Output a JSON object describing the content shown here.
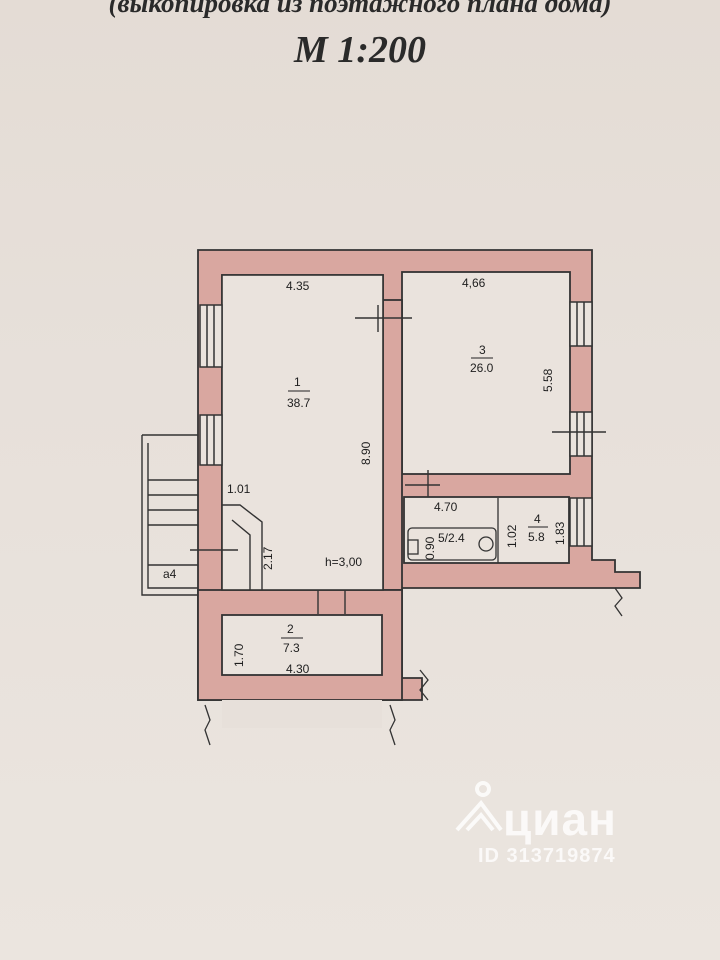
{
  "header": {
    "subtitle": "(выкопировка из поэтажного плана дома)",
    "scale": "М 1:200"
  },
  "plan": {
    "room1": {
      "number": "1",
      "area": "38.7",
      "width": "4.35",
      "length": "8.90"
    },
    "room2": {
      "number": "2",
      "area": "7.3",
      "width": "4.30",
      "length": "1.70"
    },
    "room3": {
      "number": "3",
      "area": "26.0",
      "width": "4,66",
      "length": "5.58"
    },
    "room4": {
      "number": "4",
      "area": "5.8",
      "width": "4.70",
      "length": "1.83",
      "depth": "1.02"
    },
    "room5": {
      "label": "5/2.4",
      "depth": "0.90"
    },
    "stair_width": "1.01",
    "stair_length": "2.17",
    "ceiling_height": "h=3,00",
    "porch_label": "a4"
  },
  "watermark": {
    "brand": "циан",
    "id": "ID 313719874",
    "icon": "cian-house-icon"
  }
}
